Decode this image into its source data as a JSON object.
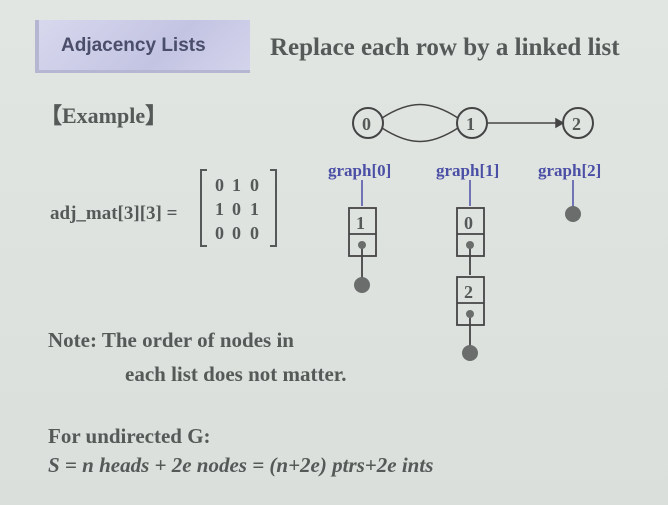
{
  "header": {
    "tag": "Adjacency Lists",
    "title": "Replace each row by a linked list"
  },
  "example_label": "【Example】",
  "matrix": {
    "label": "adj_mat[3][3] =",
    "rows": [
      [
        "0",
        "1",
        "0"
      ],
      [
        "1",
        "0",
        "1"
      ],
      [
        "0",
        "0",
        "0"
      ]
    ]
  },
  "graph": {
    "nodes": [
      "0",
      "1",
      "2"
    ],
    "heads": [
      "graph[0]",
      "graph[1]",
      "graph[2]"
    ],
    "lists": [
      [
        "1"
      ],
      [
        "0",
        "2"
      ],
      []
    ]
  },
  "note": {
    "line1": "Note:  The order of nodes in",
    "line2": "each list does not matter."
  },
  "undirected": {
    "heading": "For undirected G:",
    "formula": "S = n heads + 2e nodes = (n+2e) ptrs+2e ints"
  },
  "colors": {
    "accent": "#4b4fa6",
    "text": "#555a58"
  }
}
